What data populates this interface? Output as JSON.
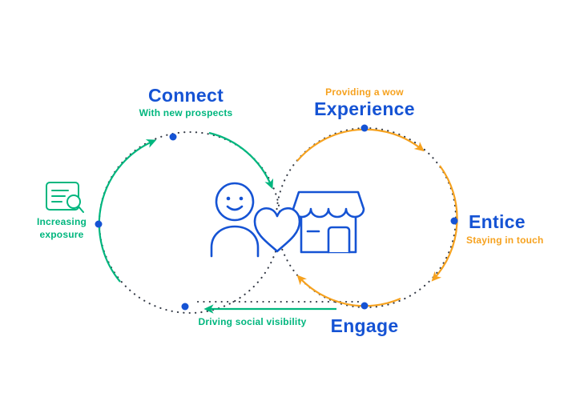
{
  "colors": {
    "blue": "#1553d4",
    "green": "#00b67e",
    "orange": "#f6a21f",
    "dot_line": "#343a46",
    "background": "#ffffff"
  },
  "stages": {
    "connect": {
      "title": "Connect",
      "subtitle": "With new prospects"
    },
    "experience": {
      "eyebrow": "Providing a wow",
      "title": "Experience"
    },
    "entice": {
      "title": "Entice",
      "subtitle": "Staying in touch"
    },
    "engage": {
      "title": "Engage"
    }
  },
  "annotations": {
    "social_visibility": "Driving social visibility",
    "increasing_exposure": "Increasing exposure"
  },
  "icons": {
    "left": "document-search-icon",
    "center": [
      "person-smile-icon",
      "heart-icon",
      "storefront-icon"
    ],
    "markers": [
      "green-arrowhead",
      "orange-arrowhead",
      "blue-node-dot"
    ]
  }
}
